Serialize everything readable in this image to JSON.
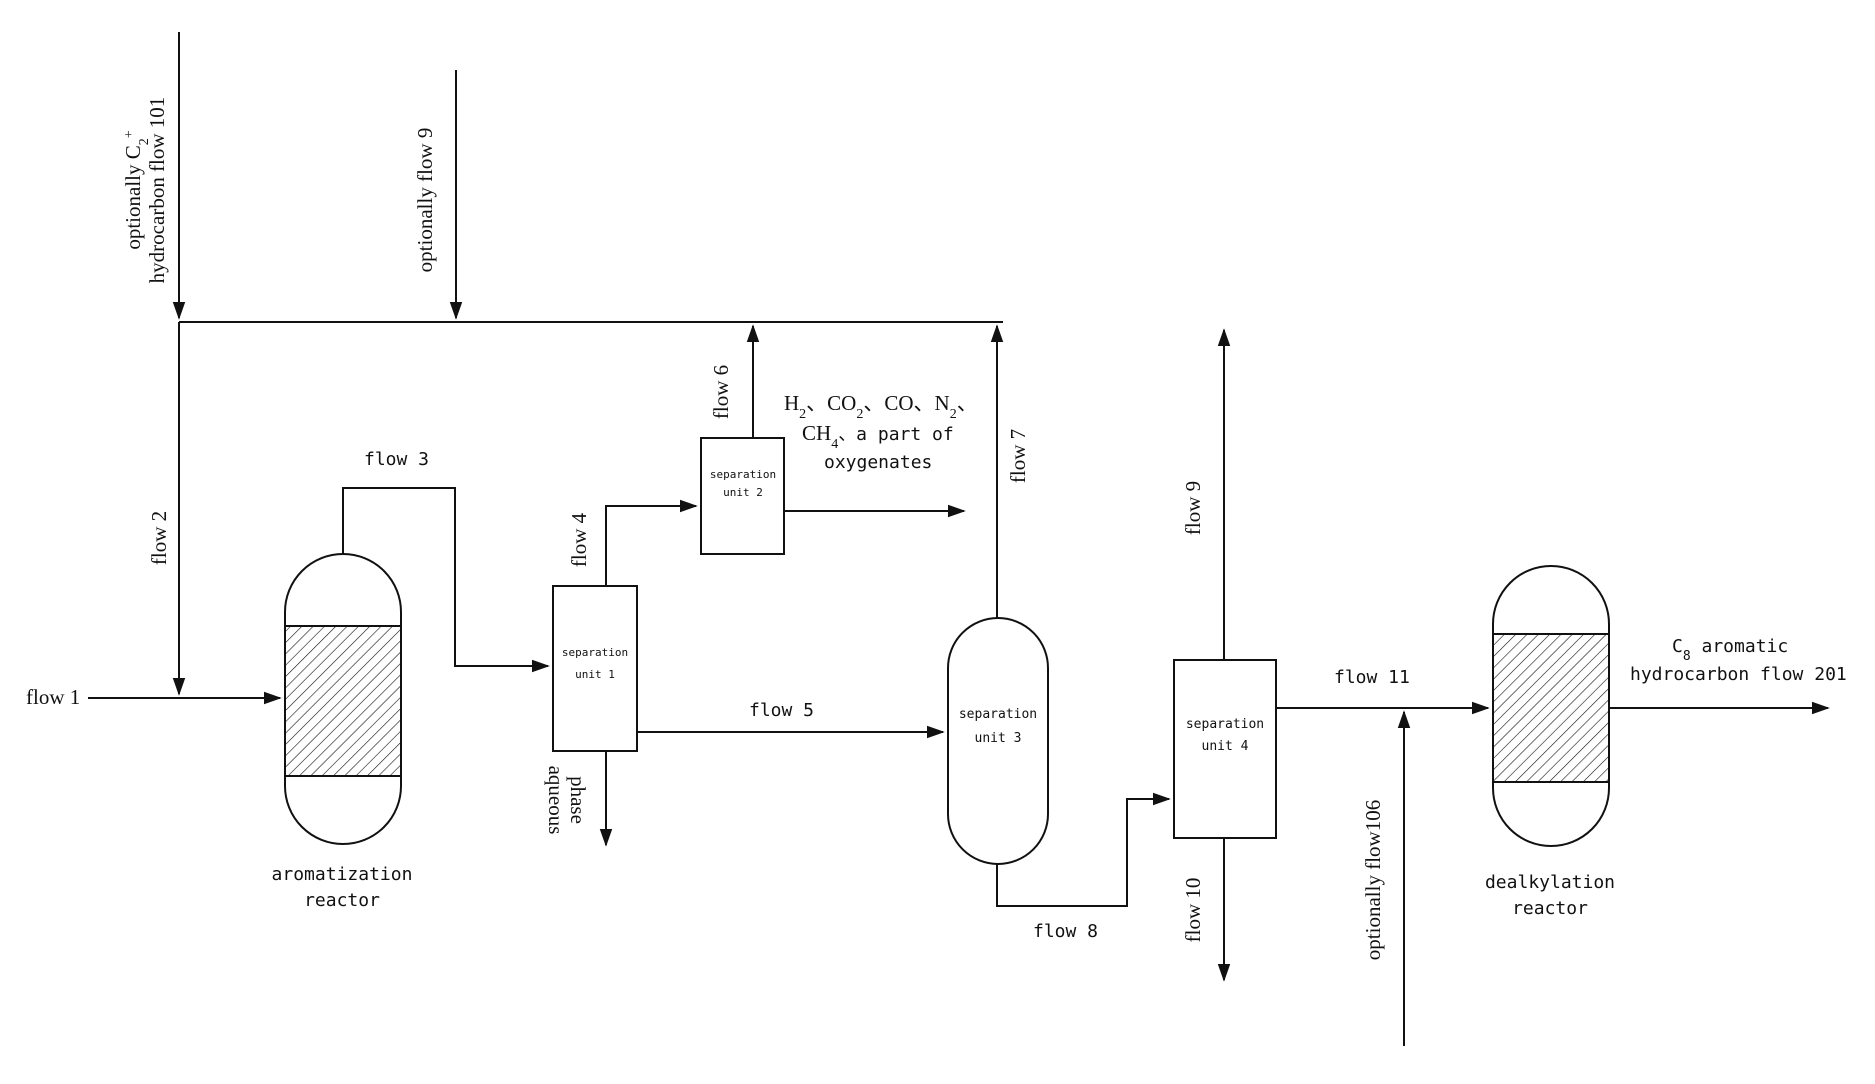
{
  "flows": {
    "flow1": "flow 1",
    "flow2": "flow 2",
    "flow3": "flow 3",
    "flow4": "flow 4",
    "flow5": "flow 5",
    "flow6": "flow 6",
    "flow7": "flow 7",
    "flow8": "flow 8",
    "flow9_out": "flow 9",
    "flow10": "flow 10",
    "flow11": "flow 11",
    "optional_flow9": "optionally flow 9",
    "optional_flow106": "optionally flow106",
    "optional_c2_line1_text": "optionally C",
    "optional_c2_sub": "2",
    "optional_c2_sup": "+",
    "optional_c2_line2": "hydrocarbon  flow 101"
  },
  "units": {
    "aromatization_reactor_line1": "aromatization",
    "aromatization_reactor_line2": "reactor",
    "separation_unit_1_line1": "separation",
    "separation_unit_1_line2": "unit 1",
    "separation_unit_2_line1": "separation",
    "separation_unit_2_line2": "unit 2",
    "separation_unit_3_line1": "separation",
    "separation_unit_3_line2": "unit 3",
    "separation_unit_4_line1": "separation",
    "separation_unit_4_line2": "unit 4",
    "dealkylation_reactor_line1": "dealkylation",
    "dealkylation_reactor_line2": "reactor"
  },
  "streams": {
    "aqueous_line1": "aqueous",
    "aqueous_line2": "phase",
    "gas_h": "H",
    "gas_h_sub": "2",
    "gas_co2_a": "、CO",
    "gas_co2_sub": "2",
    "gas_co_n": "、CO、N",
    "gas_n_sub": "2",
    "gas_tail": "、",
    "gas_ch": "CH",
    "gas_ch_sub": "4",
    "gas_part": "、a part of",
    "gas_oxy": "oxygenates",
    "product_c": "C",
    "product_sub": "8",
    "product_line1_rest": " aromatic",
    "product_line2": "hydrocarbon flow 201"
  }
}
